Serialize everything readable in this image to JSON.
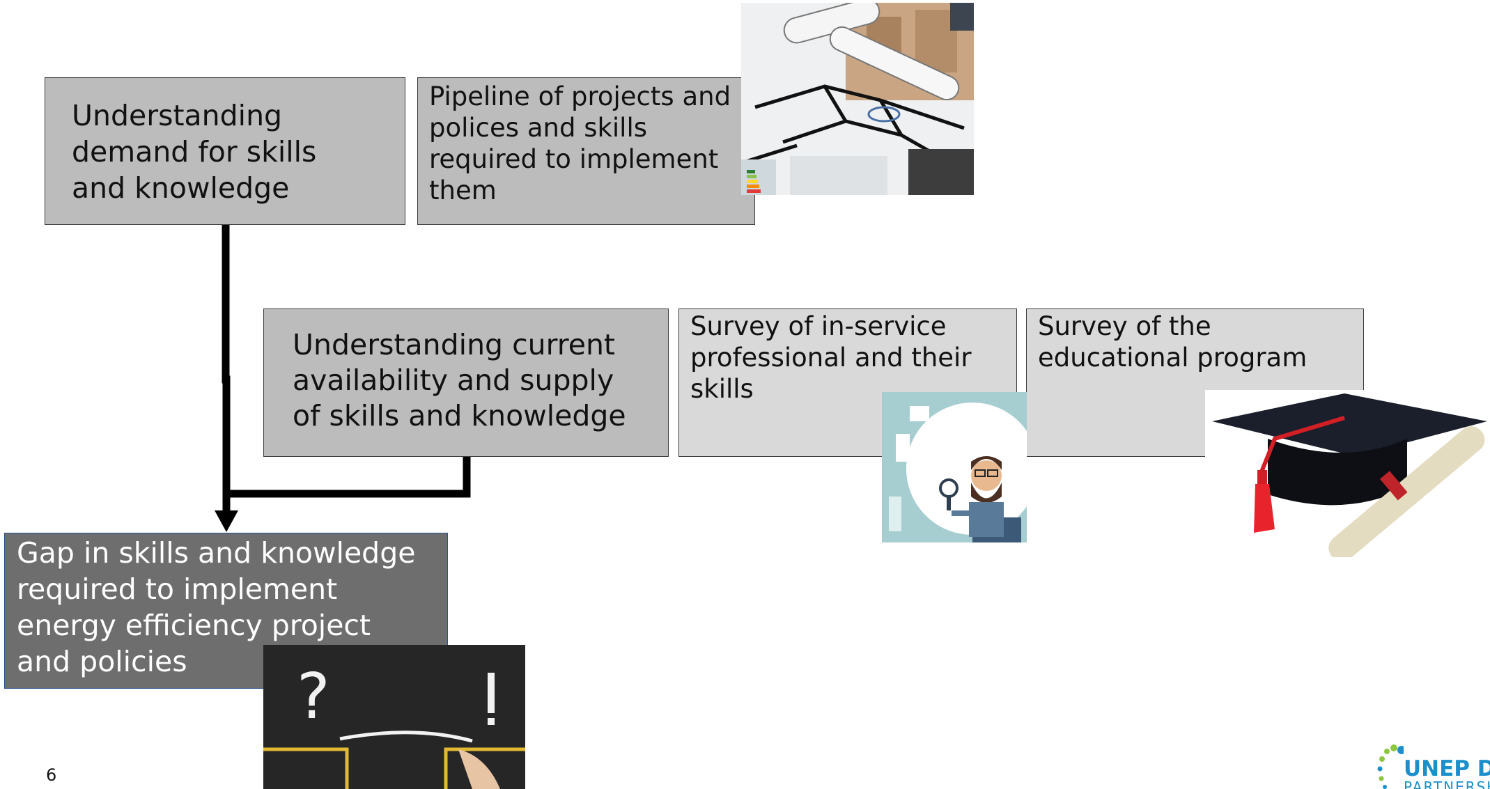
{
  "boxes": {
    "demand": "Understanding\ndemand for skills\nand knowledge",
    "pipeline": "Pipeline of projects and\npolices and skills\nrequired to implement\nthem",
    "supply": "Understanding current\navailability and  supply\nof skills and knowledge",
    "inservice": "Survey of in-service\nprofessional and their\nskills",
    "education": "Survey of the\neducational program",
    "gap": "Gap in skills and knowledge\nrequired to implement\nenergy efficiency project\nand policies"
  },
  "icons": {
    "blueprint": "blueprint-photo",
    "surveyor": "surveyor-with-magnifier-illustration",
    "graduation": "graduation-cap-and-diploma",
    "chalkboard": "chalkboard-question-exclamation"
  },
  "footer": {
    "page_number": "6",
    "logo_main": "UNEP DT",
    "logo_sub": "PARTNERSH"
  },
  "colors": {
    "box_grey": "#bcbcbc",
    "box_light": "#d9d9d9",
    "gap_box": "#6e6e6e",
    "logo_blue": "#1b8fc9",
    "logo_green": "#8dc63f"
  }
}
